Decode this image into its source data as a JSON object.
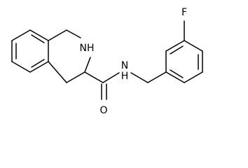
{
  "molecule": {
    "atoms": {
      "amine_nh": "NH",
      "amide_nh": "N\nH",
      "carbonyl_o": "O",
      "fluorine": "F"
    }
  }
}
